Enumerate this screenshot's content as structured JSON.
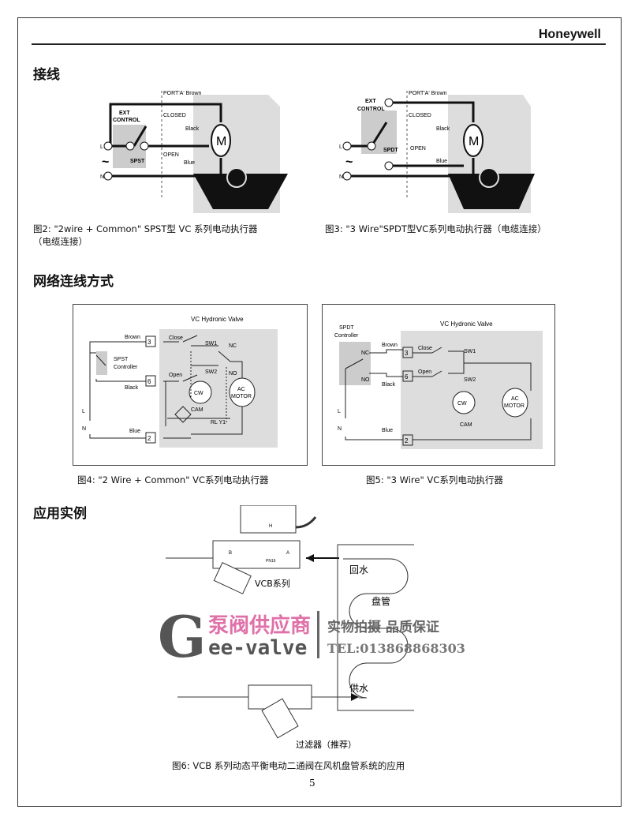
{
  "header": {
    "brand": "Honeywell"
  },
  "sections": {
    "wiring": "接线",
    "network": "网络连线方式",
    "application": "应用实例"
  },
  "fig2": {
    "caption": "图2: \"2wire + Common\" SPST型 VC 系列电动执行器",
    "caption2": "（电缆连接）",
    "port": "PORT'A' Brown",
    "closed": "CLOSED",
    "black": "Black",
    "open": "OPEN",
    "blue": "Blue",
    "ext": "EXT",
    "control": "CONTROL",
    "switch": "SPST",
    "l": "L",
    "n": "N",
    "motor": "M",
    "tilde": "~"
  },
  "fig3": {
    "caption": "图3: \"3 Wire\"SPDT型VC系列电动执行器（电缆连接）",
    "port": "PORT'A' Brown",
    "closed": "CLOSED",
    "black": "Black",
    "open": "OPEN",
    "blue": "Blue",
    "ext": "EXT",
    "control": "CONTROL",
    "switch": "SPDT",
    "l": "L",
    "n": "N",
    "motor": "M",
    "tilde": "~"
  },
  "fig4": {
    "caption": "图4: \"2 Wire + Common\" VC系列电动执行器",
    "title": "VC Hydronic Valve",
    "brown": "Brown",
    "black": "Black",
    "blue": "Blue",
    "t3": "3",
    "t6": "6",
    "t2": "2",
    "close": "Close",
    "open": "Open",
    "sw1": "SW1",
    "sw2": "SW2",
    "nc": "NC",
    "no": "NO",
    "ctrl1": "SPST",
    "ctrl2": "Controller",
    "cw": "CW",
    "cam": "CAM",
    "relay": "RL Y1",
    "ac": "AC",
    "motor": "MOTOR",
    "l": "L",
    "n": "N"
  },
  "fig5": {
    "caption": "图5: \"3 Wire\" VC系列电动执行器",
    "title": "VC Hydronic Valve",
    "brown": "Brown",
    "black": "Black",
    "blue": "Blue",
    "t3": "3",
    "t6": "6",
    "t2": "2",
    "close": "Close",
    "open": "Open",
    "sw1": "SW1",
    "sw2": "SW2",
    "nc": "NC",
    "no": "NO",
    "ctrl1": "SPDT",
    "ctrl2": "Controller",
    "cw": "CW",
    "cam": "CAM",
    "ac": "AC",
    "motor": "MOTOR",
    "l": "L",
    "n": "N"
  },
  "fig6": {
    "caption": "图6: VCB 系列动态平衡电动二通阀在风机盘管系统的应用",
    "valve": "VCB系列",
    "return": "回水",
    "coil": "盘管",
    "supply": "供水",
    "filter": "过滤器（推荐）",
    "h": "H",
    "a": "A",
    "b": "B",
    "pn": "PN16"
  },
  "watermark": {
    "g": "G",
    "cn": "泵阀供应商",
    "en": "ee-valve",
    "slogan": "实物拍摄 品质保证",
    "tel": "TEL:013868868303"
  },
  "footer": {
    "page": "5"
  }
}
